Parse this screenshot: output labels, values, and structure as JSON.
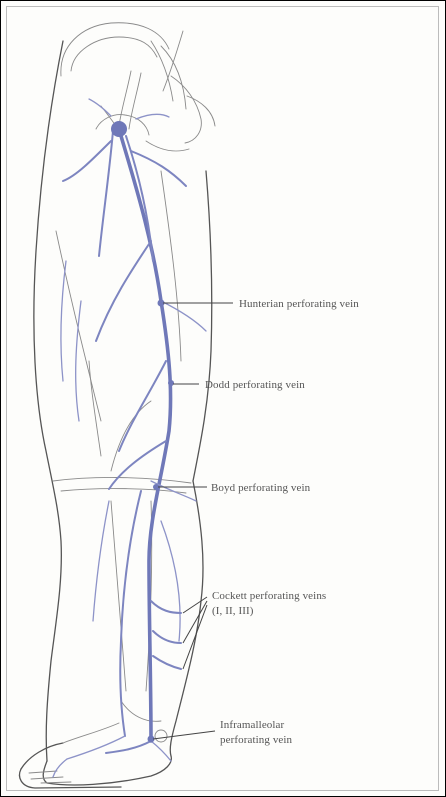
{
  "labels": {
    "hunterian": "Hunterian perforating vein",
    "dodd": "Dodd perforating vein",
    "boyd": "Boyd perforating vein",
    "cockett_line1": "Cockett perforating veins",
    "cockett_line2": "(I, II, III)",
    "inframalleolar_line1": "Inframalleolar",
    "inframalleolar_line2": "perforating vein"
  },
  "colors": {
    "vein": "#6f78b8",
    "outline": "#555555",
    "label_text": "#555555"
  }
}
